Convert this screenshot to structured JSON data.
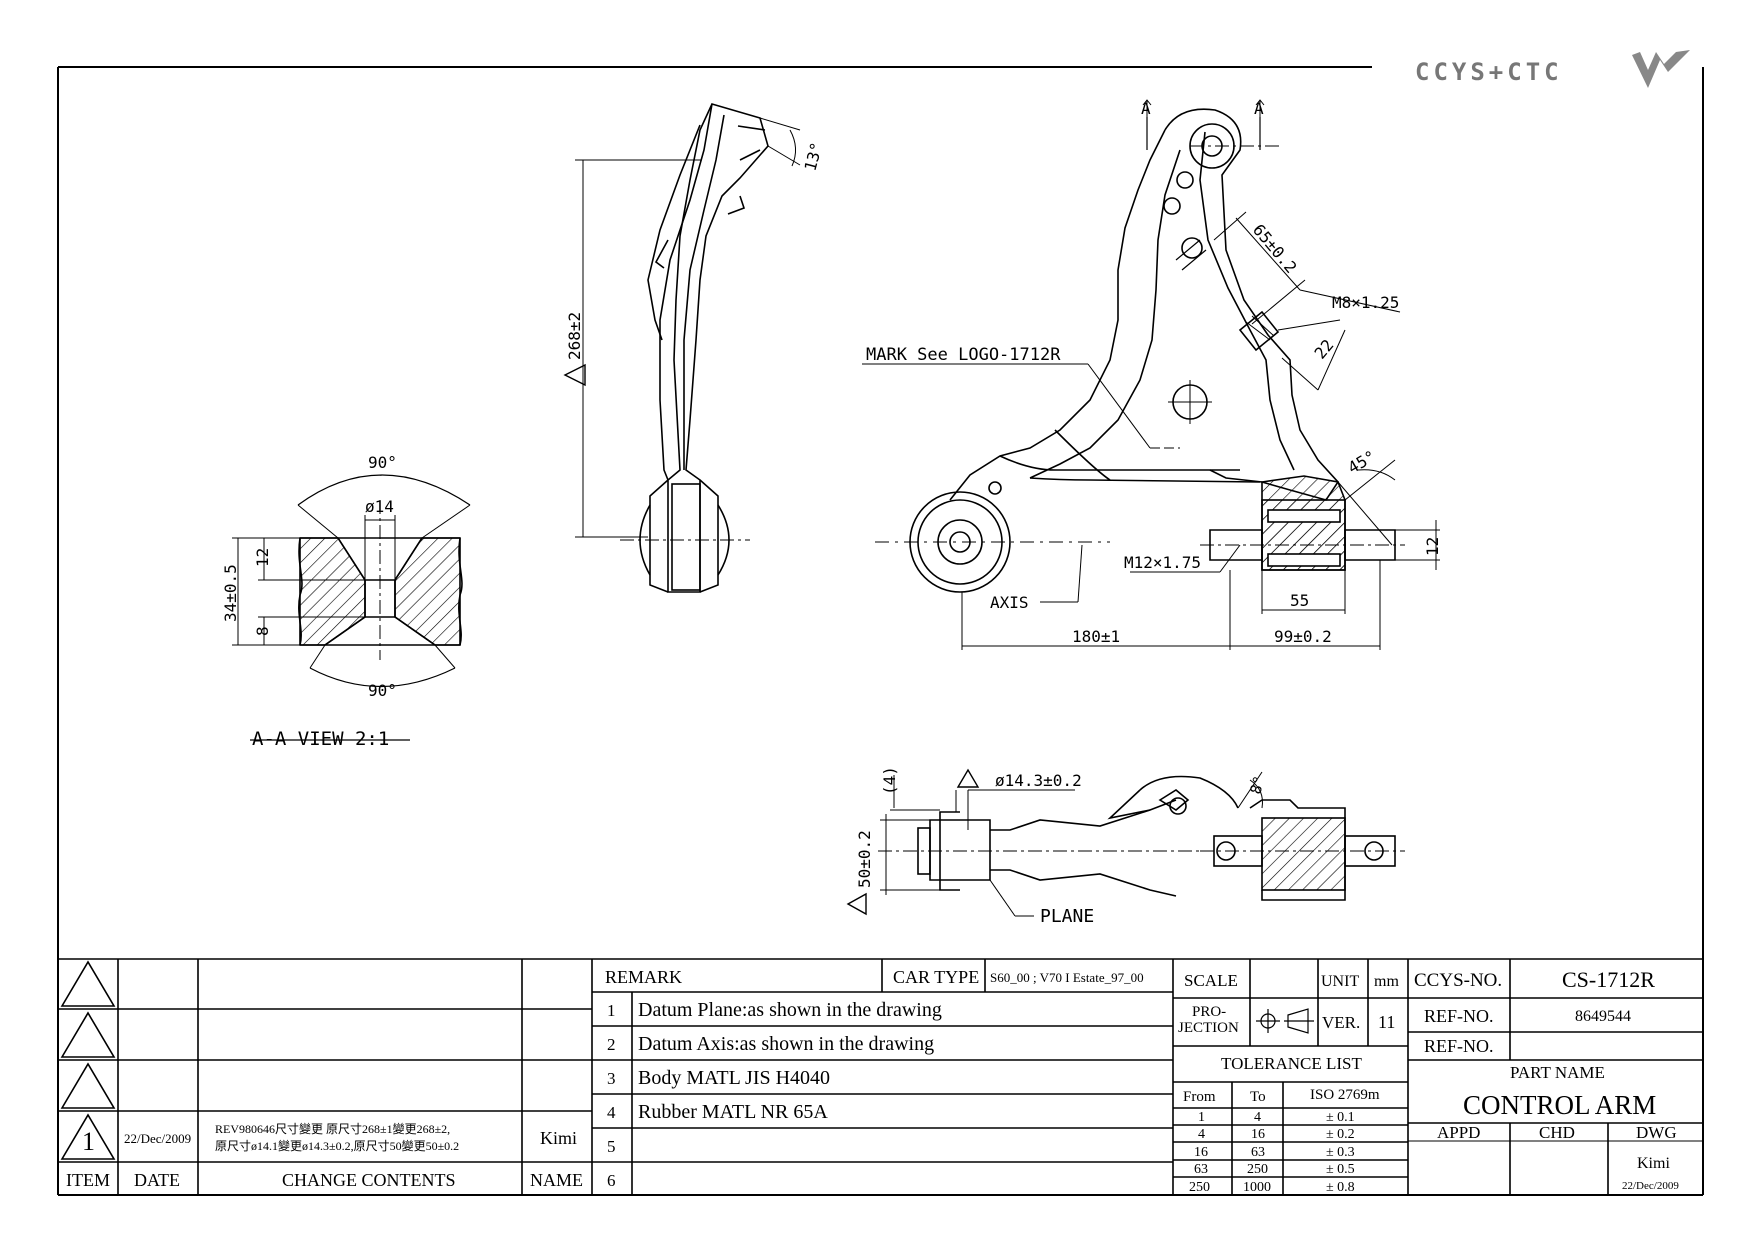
{
  "logo": {
    "text": "CCYS+CTC"
  },
  "drawing": {
    "section_mark": "A",
    "section_view_label": "A-A VIEW 2:1",
    "dims": {
      "angle_top": "90°",
      "angle_bottom": "90°",
      "dia_14": "ø14",
      "height_12": "12",
      "height_8": "8",
      "height_34": "34±0.5",
      "length_268": "268±2",
      "angle_13": "13°",
      "dim_65": "65±0.2",
      "thread_m8": "M8×1.25",
      "dim_22": "22",
      "mark_note": "MARK See LOGO-1712R",
      "angle_45": "45°",
      "thread_m12": "M12×1.75",
      "axis_label": "AXIS",
      "dim_55": "55",
      "dim_180": "180±1",
      "dim_99": "99±0.2",
      "dim_12b": "12",
      "dim_4": "(4)",
      "dia_14_3": "ø14.3±0.2",
      "angle_8": "8°",
      "dim_50": "50±0.2",
      "plane_label": "PLANE"
    }
  },
  "revisions": {
    "rows": [
      {
        "item": "",
        "date": "",
        "contents": "",
        "name": ""
      },
      {
        "item": "",
        "date": "",
        "contents": "",
        "name": ""
      },
      {
        "item": "",
        "date": "",
        "contents": "",
        "name": ""
      },
      {
        "item": "1",
        "date": "22/Dec/2009",
        "contents_line1": "REV980646尺寸變更 原尺寸268±1變更268±2,",
        "contents_line2": "原尺寸ø14.1變更ø14.3±0.2,原尺寸50變更50±0.2",
        "name": "Kimi"
      }
    ],
    "headers": {
      "item": "ITEM",
      "date": "DATE",
      "contents": "CHANGE CONTENTS",
      "name": "NAME"
    }
  },
  "remarks": {
    "header": "REMARK",
    "car_type_label": "CAR TYPE",
    "car_type_value": "S60_00 ; V70 I Estate_97_00",
    "items": [
      {
        "no": "1",
        "text": "Datum Plane:as shown in the drawing"
      },
      {
        "no": "2",
        "text": "Datum Axis:as shown in the drawing"
      },
      {
        "no": "3",
        "text": "Body MATL JIS H4040"
      },
      {
        "no": "4",
        "text": "Rubber MATL NR 65A"
      },
      {
        "no": "5",
        "text": ""
      },
      {
        "no": "6",
        "text": ""
      }
    ]
  },
  "spec": {
    "scale_label": "SCALE",
    "scale_value": "",
    "unit_label": "UNIT",
    "unit_value": "mm",
    "projection_label_1": "PRO-",
    "projection_label_2": "JECTION",
    "ver_label": "VER.",
    "ver_value": "11",
    "tolerance_title": "TOLERANCE LIST",
    "tol_headers": [
      "From",
      "To",
      "ISO 2769m"
    ],
    "tol_rows": [
      [
        "1",
        "4",
        "± 0.1"
      ],
      [
        "4",
        "16",
        "± 0.2"
      ],
      [
        "16",
        "63",
        "± 0.3"
      ],
      [
        "63",
        "250",
        "± 0.5"
      ],
      [
        "250",
        "1000",
        "± 0.8"
      ]
    ]
  },
  "title_block": {
    "ccys_no_label": "CCYS-NO.",
    "ccys_no_value": "CS-1712R",
    "ref_no_label": "REF-NO.",
    "ref_no_value": "8649544",
    "ref_no2_label": "REF-NO.",
    "ref_no2_value": "",
    "part_name_label": "PART NAME",
    "part_name_value": "CONTROL ARM",
    "appd_label": "APPD",
    "chd_label": "CHD",
    "dwg_label": "DWG",
    "dwg_name": "Kimi",
    "dwg_date": "22/Dec/2009"
  }
}
